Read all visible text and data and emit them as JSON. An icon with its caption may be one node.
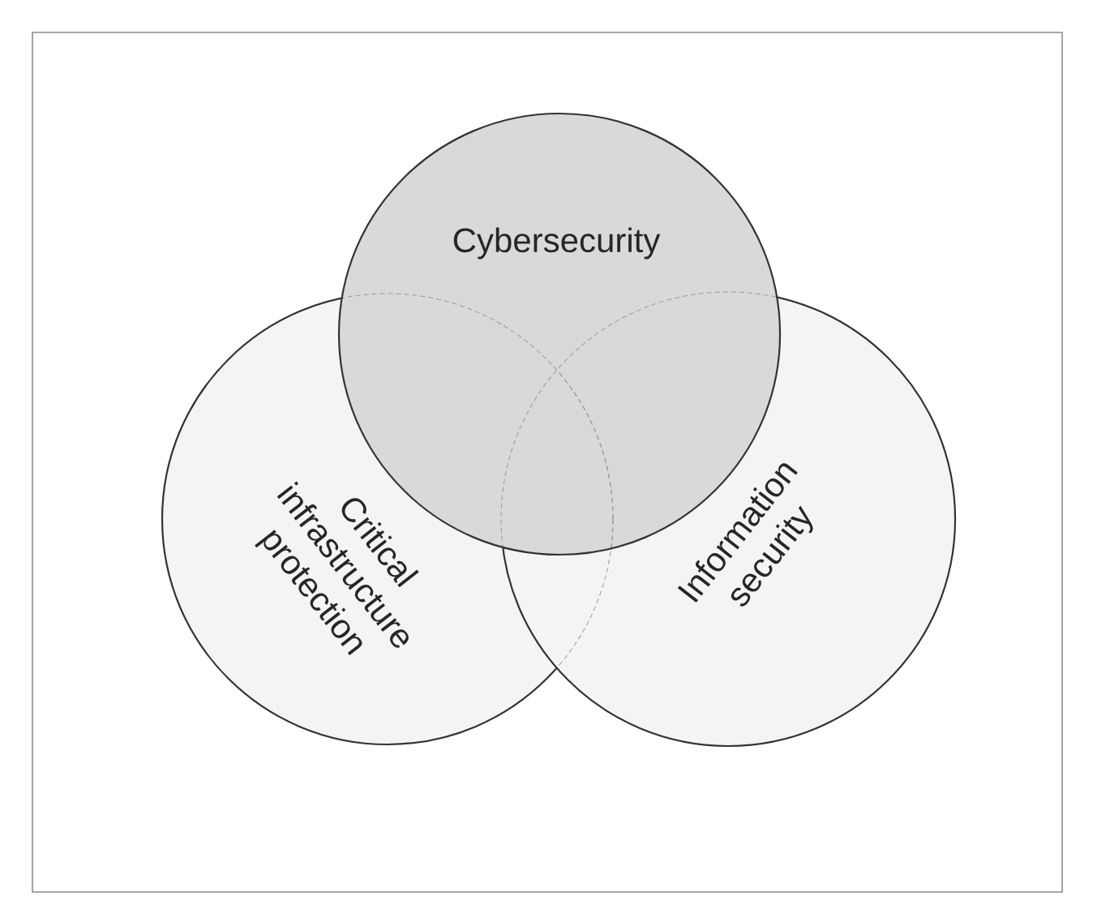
{
  "diagram": {
    "nodes": [
      {
        "text": [
          "Cybersecurity"
        ]
      },
      {
        "text": [
          "Critical infrastructure protection"
        ]
      },
      {
        "text": [
          "Information security"
        ]
      }
    ]
  }
}
